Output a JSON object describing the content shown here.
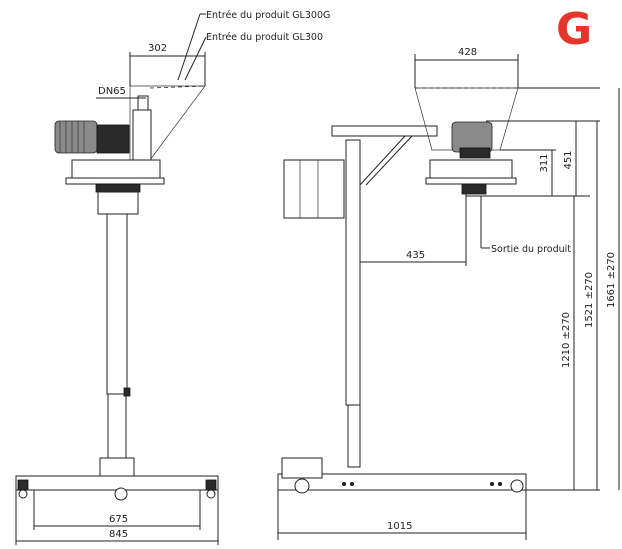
{
  "brand": {
    "letter": "G",
    "color": "#e5352b"
  },
  "callouts": {
    "inlet_gl300g": "Entrée du produit GL300G",
    "inlet_gl300": "Entrée du produit GL300",
    "outlet": "Sortie du produit"
  },
  "dimensions": {
    "inlet_width": "302",
    "pipe_size": "DN65",
    "hopper_width": "428",
    "arm_reach": "435",
    "base_inner": "675",
    "base_outer": "845",
    "base_length": "1015",
    "vert_451": "451",
    "vert_311": "311",
    "vert_1210": "1210 ±270",
    "vert_1521": "1521 ±270",
    "vert_1661": "1661 ±270"
  }
}
